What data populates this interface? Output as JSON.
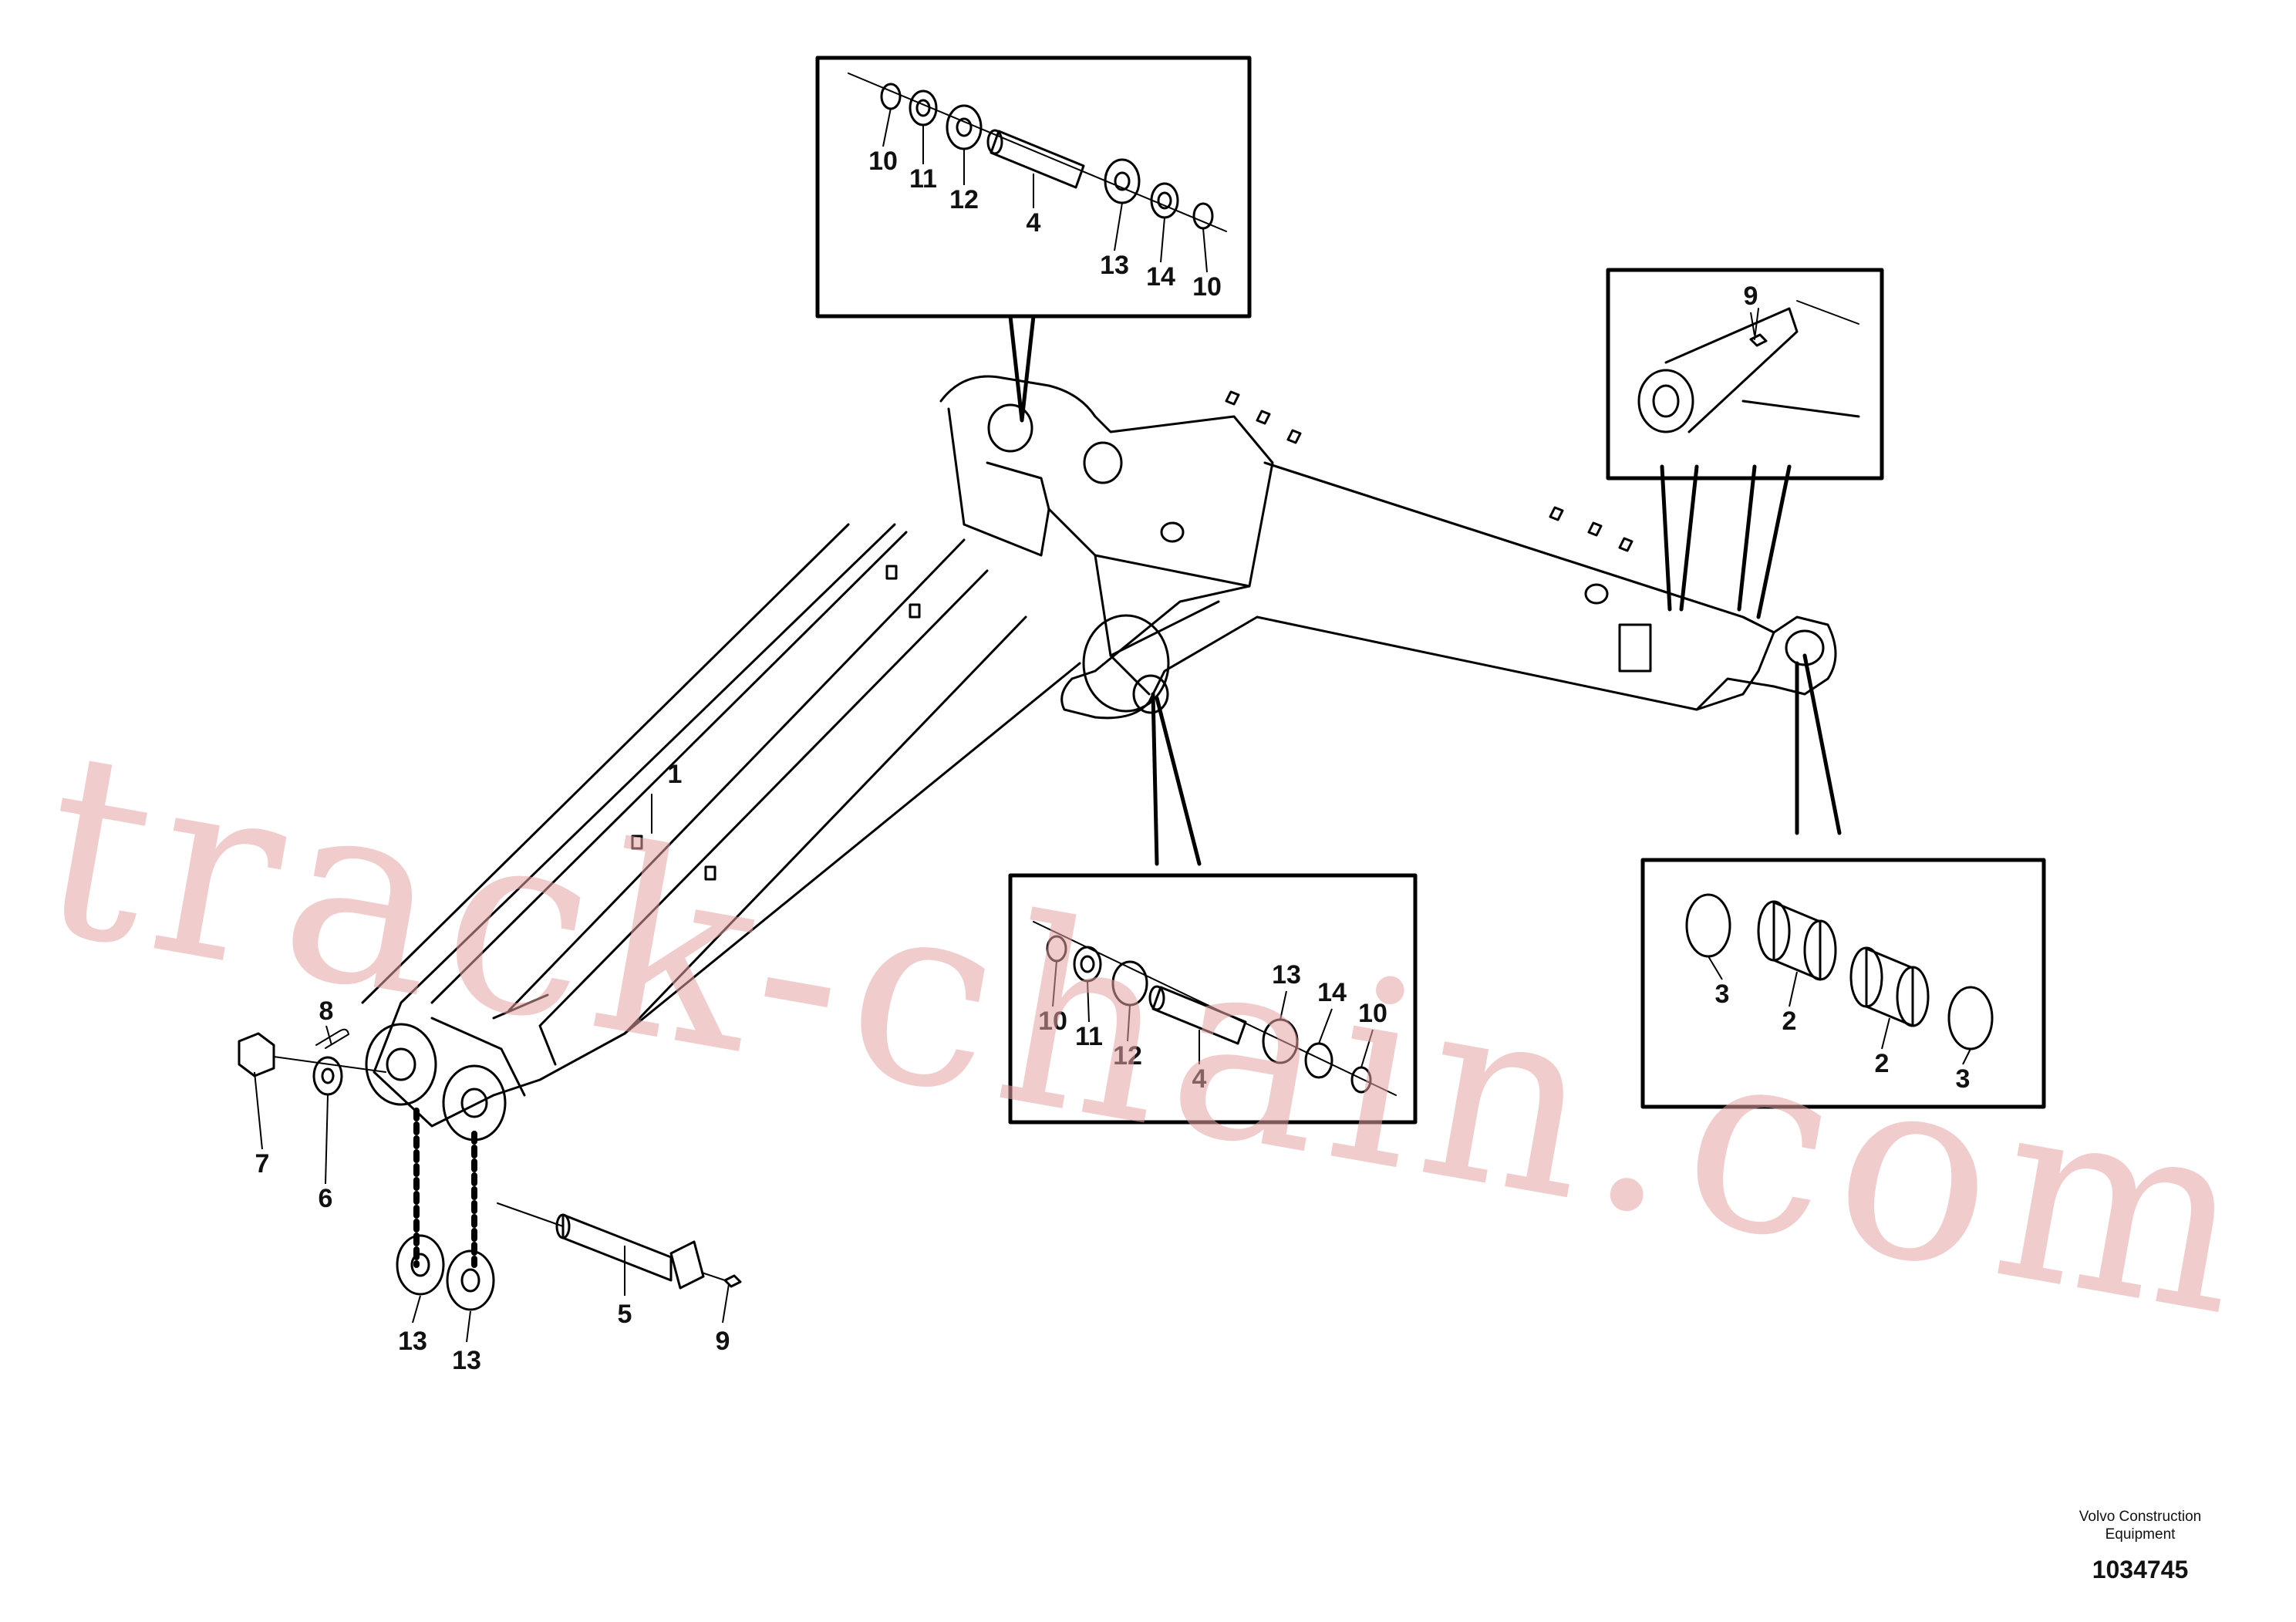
{
  "diagram": {
    "callouts": [
      {
        "id": "c-1",
        "text": "1"
      },
      {
        "id": "c-7",
        "text": "7"
      },
      {
        "id": "c-6",
        "text": "6"
      },
      {
        "id": "c-8",
        "text": "8"
      },
      {
        "id": "c-13a",
        "text": "13"
      },
      {
        "id": "c-13b",
        "text": "13"
      },
      {
        "id": "c-5",
        "text": "5"
      },
      {
        "id": "c-9",
        "text": "9"
      },
      {
        "id": "c-tl-10",
        "text": "10"
      },
      {
        "id": "c-tl-11",
        "text": "11"
      },
      {
        "id": "c-tl-12",
        "text": "12"
      },
      {
        "id": "c-tl-4",
        "text": "4"
      },
      {
        "id": "c-tl-13",
        "text": "13"
      },
      {
        "id": "c-tl-14",
        "text": "14"
      },
      {
        "id": "c-tl-10b",
        "text": "10"
      },
      {
        "id": "c-tr-9",
        "text": "9"
      },
      {
        "id": "c-mid-10",
        "text": "10"
      },
      {
        "id": "c-mid-11",
        "text": "11"
      },
      {
        "id": "c-mid-12",
        "text": "12"
      },
      {
        "id": "c-mid-4",
        "text": "4"
      },
      {
        "id": "c-mid-13",
        "text": "13"
      },
      {
        "id": "c-mid-14",
        "text": "14"
      },
      {
        "id": "c-mid-10b",
        "text": "10"
      },
      {
        "id": "c-br-3",
        "text": "3"
      },
      {
        "id": "c-br-2",
        "text": "2"
      },
      {
        "id": "c-br-2b",
        "text": "2"
      },
      {
        "id": "c-br-3b",
        "text": "3"
      }
    ]
  },
  "watermark": "track-chain.com",
  "footer": {
    "company_line1": "Volvo Construction",
    "company_line2": "Equipment",
    "drawing_number": "1034745"
  }
}
